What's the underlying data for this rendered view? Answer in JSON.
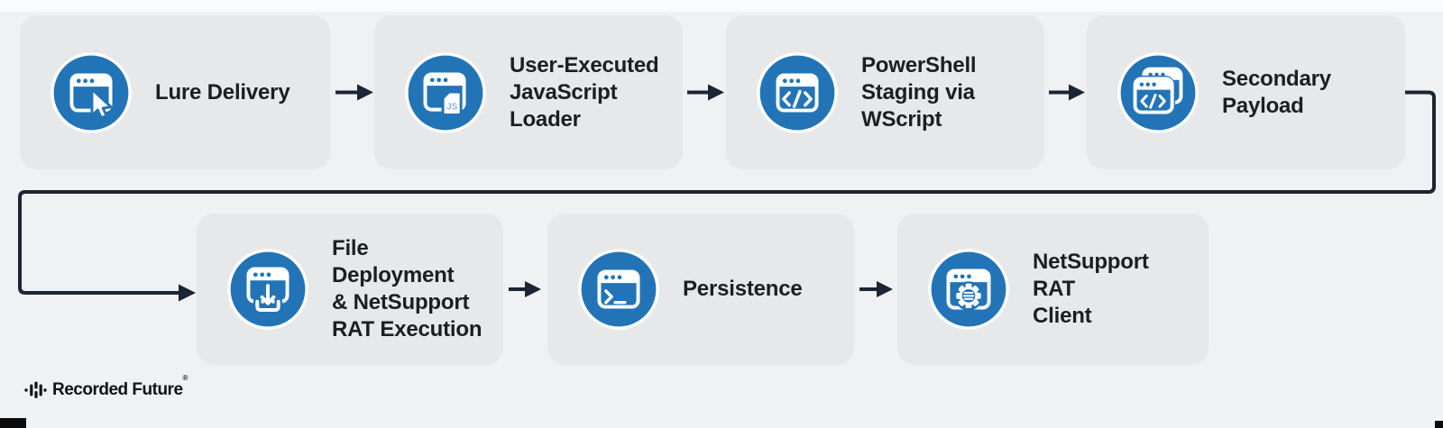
{
  "page": {
    "background": "#f0f1f3",
    "card_background": "#e7e8e9",
    "accent_blue": "#2274b7",
    "connector_color": "#1b2533",
    "text_color": "#1d1e20"
  },
  "flow": {
    "steps": [
      {
        "id": "lure-delivery",
        "label": "Lure Delivery",
        "icon": "browser-cursor-icon"
      },
      {
        "id": "user-executed-js-loader",
        "label": "User-Executed\nJavaScript\nLoader",
        "icon": "browser-js-file-icon"
      },
      {
        "id": "powershell-staging",
        "label": "PowerShell\nStaging via\nWScript",
        "icon": "browser-code-icon"
      },
      {
        "id": "secondary-payload",
        "label": "Secondary\nPayload",
        "icon": "stacked-windows-code-icon"
      },
      {
        "id": "file-deployment",
        "label": "File Deployment\n& NetSupport\nRAT Execution",
        "icon": "browser-download-icon"
      },
      {
        "id": "persistence",
        "label": "Persistence",
        "icon": "terminal-prompt-icon"
      },
      {
        "id": "netsupport-rat-client",
        "label": "NetSupport RAT\nClient",
        "icon": "window-gear-icon"
      }
    ]
  },
  "brand": {
    "name": "Recorded Future",
    "registered_mark": "®"
  }
}
